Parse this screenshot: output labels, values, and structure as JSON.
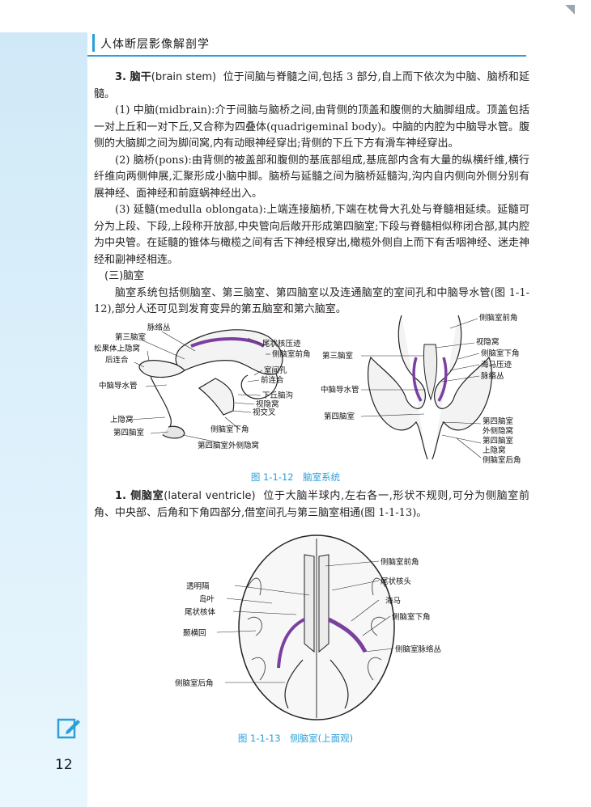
{
  "header": {
    "title": "人体断层影像解剖学"
  },
  "section3": {
    "heading_num": "3. ",
    "heading_bold": "脑干",
    "heading_en": "(brain stem)",
    "heading_rest": "位于间脑与脊髓之间,包括 3 部分,自上而下依次为中脑、脑桥和延髓。",
    "p1": "(1) 中脑(midbrain):介于间脑与脑桥之间,由背侧的顶盖和腹侧的大脑脚组成。顶盖包括一对上丘和一对下丘,又合称为四叠体(quadrigeminal body)。中脑的内腔为中脑导水管。腹侧的大脑脚之间为脚间窝,内有动眼神经穿出;背侧的下丘下方有滑车神经穿出。",
    "p2": "(2) 脑桥(pons):由背侧的被盖部和腹侧的基底部组成,基底部内含有大量的纵横纤维,横行纤维向两侧伸展,汇聚形成小脑中脚。脑桥与延髓之间为脑桥延髓沟,沟内自内侧向外侧分别有展神经、面神经和前庭蜗神经出入。",
    "p3": "(3) 延髓(medulla oblongata):上端连接脑桥,下端在枕骨大孔处与脊髓相延续。延髓可分为上段、下段,上段称开放部,中央管向后敞开形成第四脑室;下段与脊髓相似称闭合部,其内腔为中央管。在延髓的锥体与橄榄之间有舌下神经根穿出,橄榄外侧自上而下有舌咽神经、迷走神经和副神经相连。"
  },
  "section_ventricle": {
    "heading": "(三)脑室",
    "p1": "脑室系统包括侧脑室、第三脑室、第四脑室以及连通脑室的室间孔和中脑导水管(图 1-1-12),部分人还可见到发育变异的第五脑室和第六脑室。"
  },
  "fig12": {
    "caption": "图 1-1-12　脑室系统",
    "left_labels": {
      "choroid": "脉络丛",
      "third": "第三脑室",
      "pineal": "松果体上隐窝",
      "post_commissure": "后连合",
      "aqueduct": "中脑导水管",
      "sup_recess": "上隐窝",
      "fourth": "第四脑室",
      "caudate_impr": "尾状核压迹",
      "anterior_horn": "侧脑室前角",
      "foramen": "室间孔",
      "ant_commissure": "前连合",
      "hypo_sulcus": "下丘脑沟",
      "optic_recess": "视隐窝",
      "chiasm": "视交叉",
      "inferior_horn": "侧脑室下角",
      "lateral_recess": "第四脑室外侧隐窝"
    },
    "right_labels": {
      "anterior_horn": "侧脑室前角",
      "optic_recess": "视隐窝",
      "third": "第三脑室",
      "inferior_horn": "侧脑室下角",
      "hippo_impr": "海马压迹",
      "choroid": "脉络丛",
      "aqueduct": "中脑导水管",
      "fourth": "第四脑室",
      "fourth2": "第四脑室",
      "lateral_recess": "外侧隐窝",
      "fourth3": "第四脑室",
      "sup_recess": "上隐窝",
      "posterior_horn": "侧脑室后角"
    }
  },
  "section1": {
    "heading_num": "1. ",
    "heading_bold": "侧脑室",
    "heading_en": "(lateral ventricle)",
    "heading_rest": "位于大脑半球内,左右各一,形状不规则,可分为侧脑室前角、中央部、后角和下角四部分,借室间孔与第三脑室相通(图 1-1-13)。"
  },
  "fig13": {
    "caption": "图 1-1-13　侧脑室(上面观)",
    "labels": {
      "anterior_horn": "侧脑室前角",
      "septum": "透明隔",
      "caudate_head": "尾状核头",
      "insula": "岛叶",
      "hippocampus": "海马",
      "caudate_body": "尾状核体",
      "inferior_horn": "侧脑室下角",
      "transverse_gyrus": "颞横回",
      "choroid": "侧脑室脉络丛",
      "posterior_horn": "侧脑室后角"
    }
  },
  "footer": {
    "page_number": "12"
  },
  "colors": {
    "accent": "#2a9fd8",
    "sidebar": "#d6edf9",
    "ventricle": "#7b3fa0"
  },
  "icons": {
    "corner": "triangle-mark-icon",
    "notes": "edit-note-icon"
  }
}
